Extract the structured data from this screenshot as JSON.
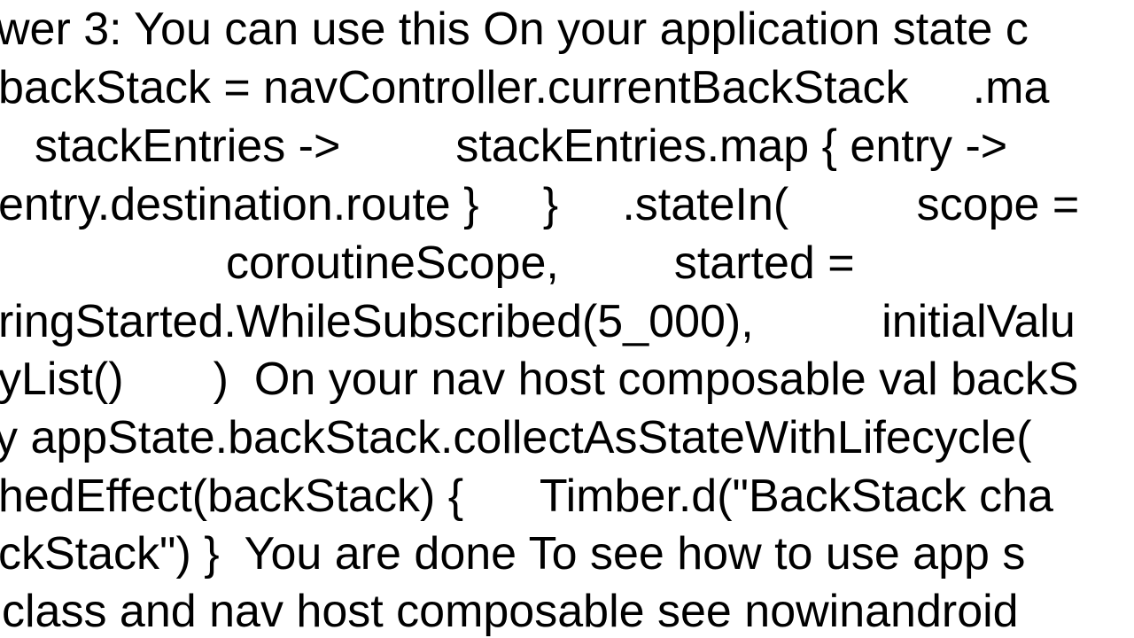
{
  "text_lines": [
    "wer 3: You can use this On your application state c",
    "backStack = navController.currentBackStack     .ma",
    "stackEntries ->         stackEntries.map { entry ->",
    "entry.destination.route }     }     .stateIn(          scope =",
    "coroutineScope,         started =",
    "ringStarted.WhileSubscribed(5_000),          initialValu",
    "yList()       )  On your nav host composable val backS",
    "y appState.backStack.collectAsStateWithLifecycle(",
    "hedEffect(backStack) {      Timber.d(\"BackStack cha",
    "ckStack\") }  You are done To see how to use app s",
    "class and nav host composable see nowinandroid"
  ],
  "colors": {
    "background": "#ffffff",
    "text": "#000000"
  }
}
